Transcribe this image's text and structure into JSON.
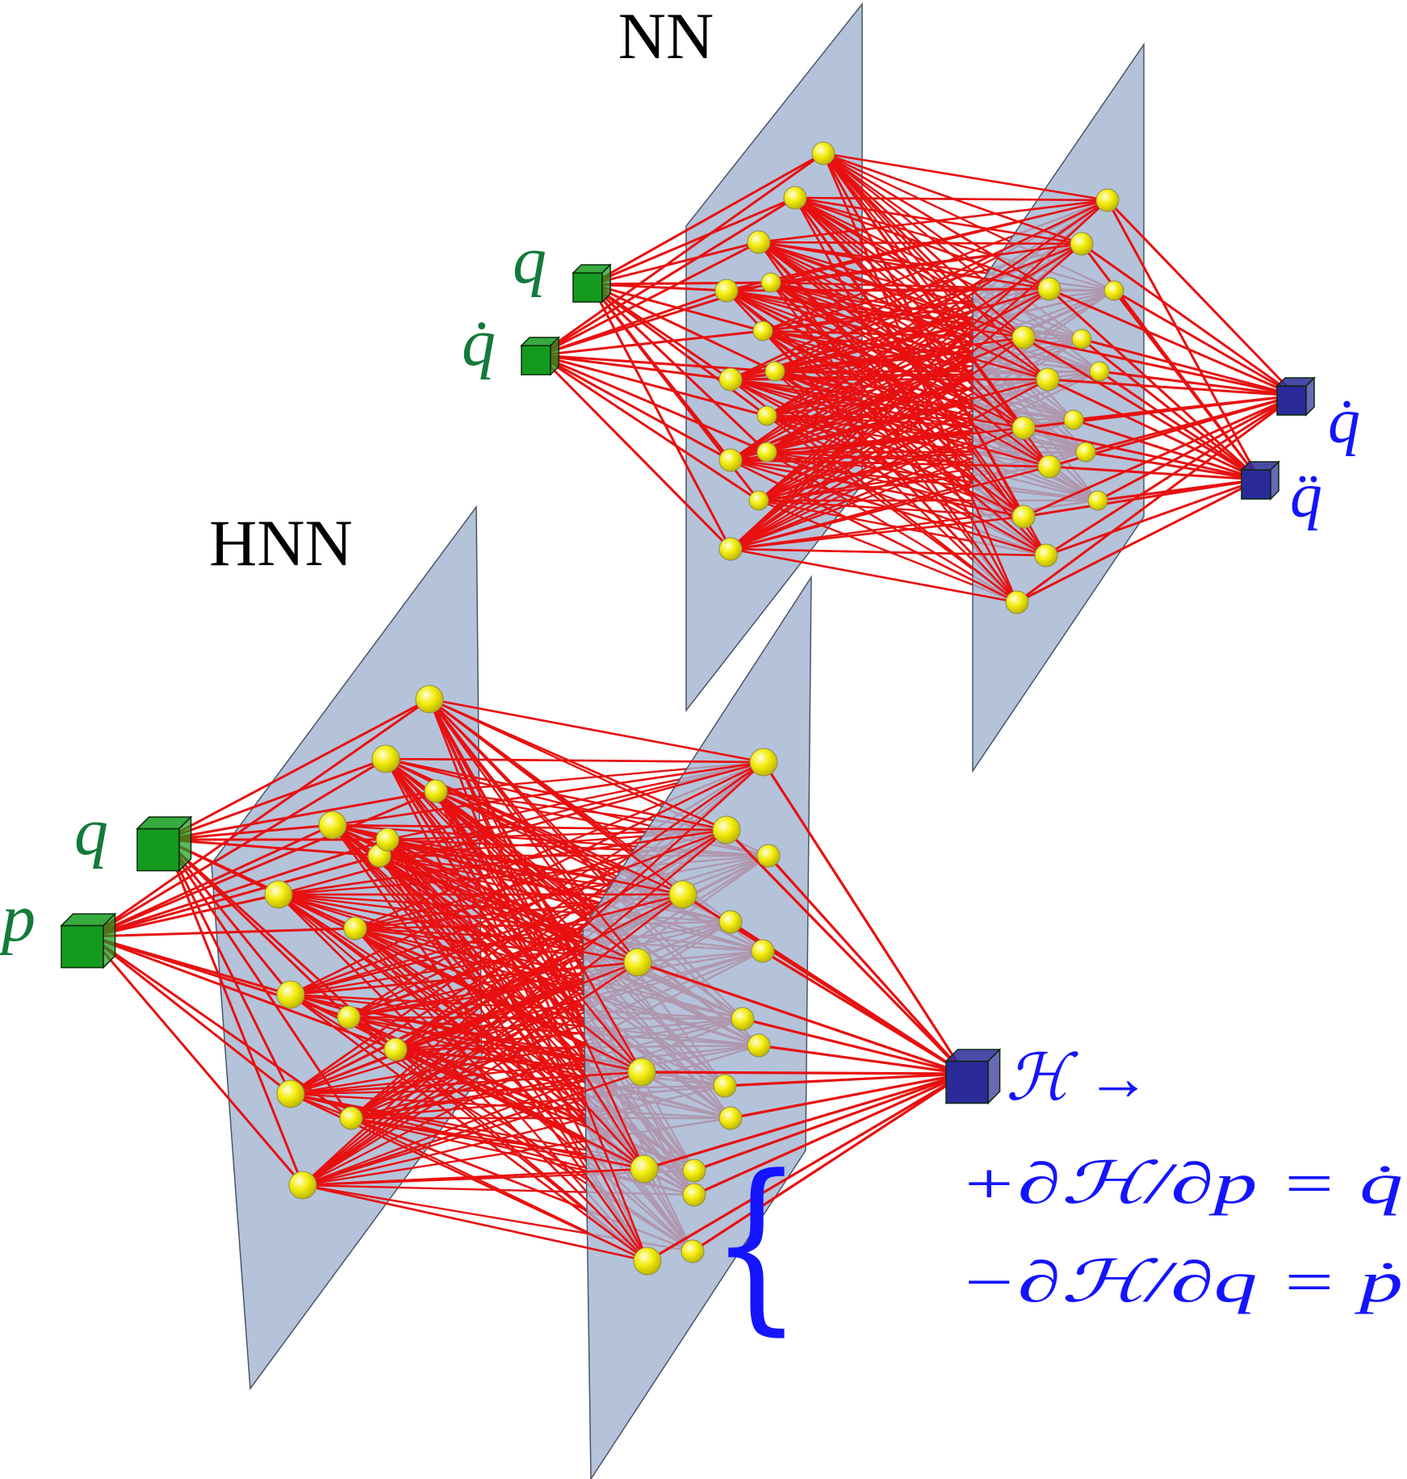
{
  "nn": {
    "title": "NN",
    "inputs": [
      "q",
      "q̇"
    ],
    "outputs": [
      "q̇",
      "q̈"
    ]
  },
  "hnn": {
    "title": "HNN",
    "inputs": [
      "q",
      "p"
    ],
    "output": "ℋ →",
    "equations": [
      "+∂ℋ/∂p = q̇",
      "−∂ℋ/∂q = ṗ"
    ]
  },
  "colors": {
    "edge": "#e81010",
    "plane": "#a3b6d2",
    "plane_edge": "#4a5566",
    "neuron": "#f2ec00",
    "input_node": "#149b1e",
    "output_node": "#2a2a9a",
    "input_label": "#137a3a",
    "output_label": "#1414ff"
  }
}
